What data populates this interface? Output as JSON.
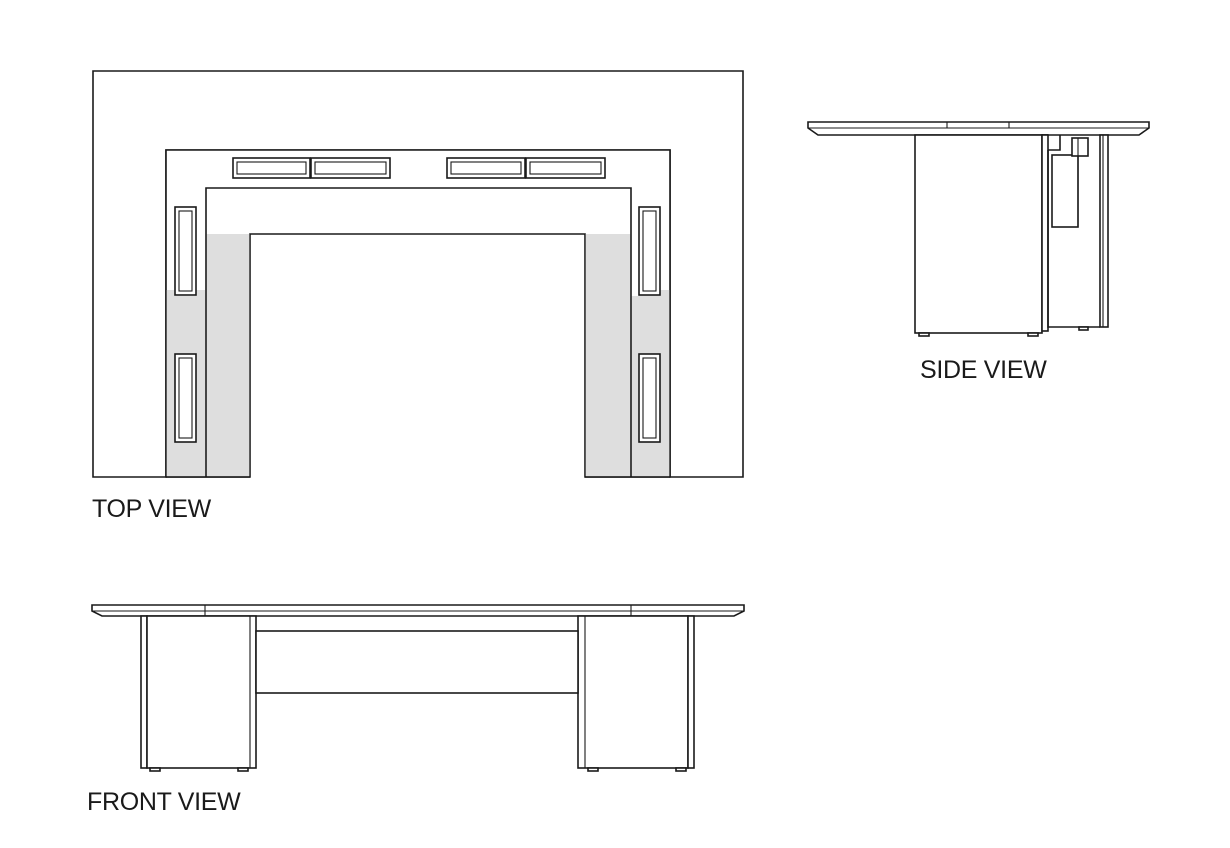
{
  "views": {
    "top": {
      "label": "TOP VIEW"
    },
    "side": {
      "label": "SIDE VIEW"
    },
    "front": {
      "label": "FRONT VIEW"
    }
  },
  "colors": {
    "line": "#1a1a1a",
    "shade": "#dedede",
    "background": "#ffffff"
  }
}
